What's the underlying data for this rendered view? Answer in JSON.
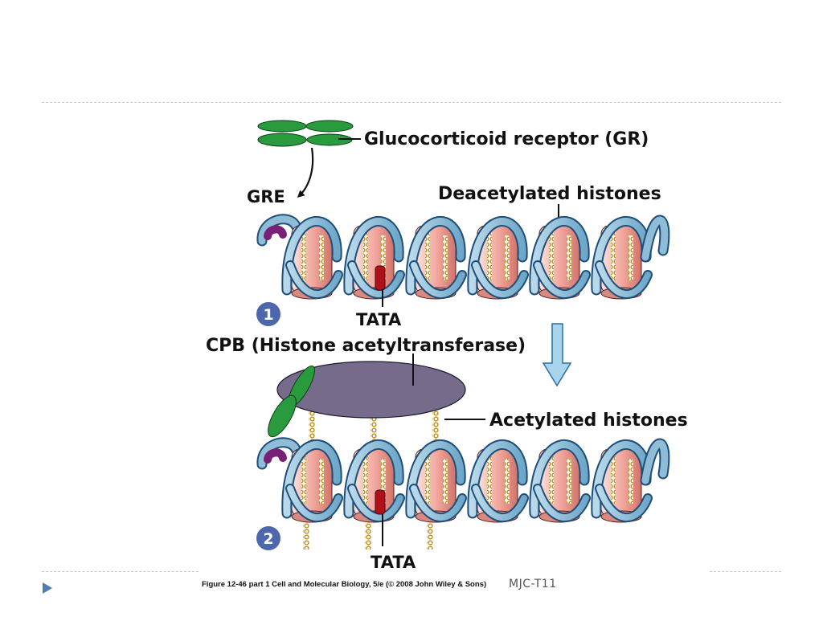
{
  "labels": {
    "gr": "Glucocorticoid receptor (GR)",
    "gre": "GRE",
    "deacetylated": "Deacetylated histones",
    "tata_1": "TATA",
    "cpb": "CPB (Histone acetyltransferase)",
    "acetylated": "Acetylated histones",
    "tata_2": "TATA"
  },
  "steps": {
    "step1": "1",
    "step2": "2"
  },
  "footer": {
    "caption": "Figure 12-46 part 1  Cell and Molecular Biology, 5/e (© 2008 John Wiley & Sons)",
    "slide_id": "MJC-T11"
  },
  "colors": {
    "dna": "#8fbcd7",
    "dna_outline": "#1f4e79",
    "histone": "#f0a49a",
    "histone_outline": "#5a1f1f",
    "tail": "#c79a25",
    "receptor": "#2a9a3e",
    "gre": "#7a1f77",
    "tata": "#b0101a",
    "hat_enzyme": "#776b8c",
    "step_badge": "#4d67ad",
    "arrow_fill": "#a9d4ee",
    "arrow_stroke": "#2a6fa0",
    "rule": "#b9c9d6",
    "nav_triangle": "#4e7fae"
  },
  "icons": {
    "nav": "triangle-right-icon"
  }
}
